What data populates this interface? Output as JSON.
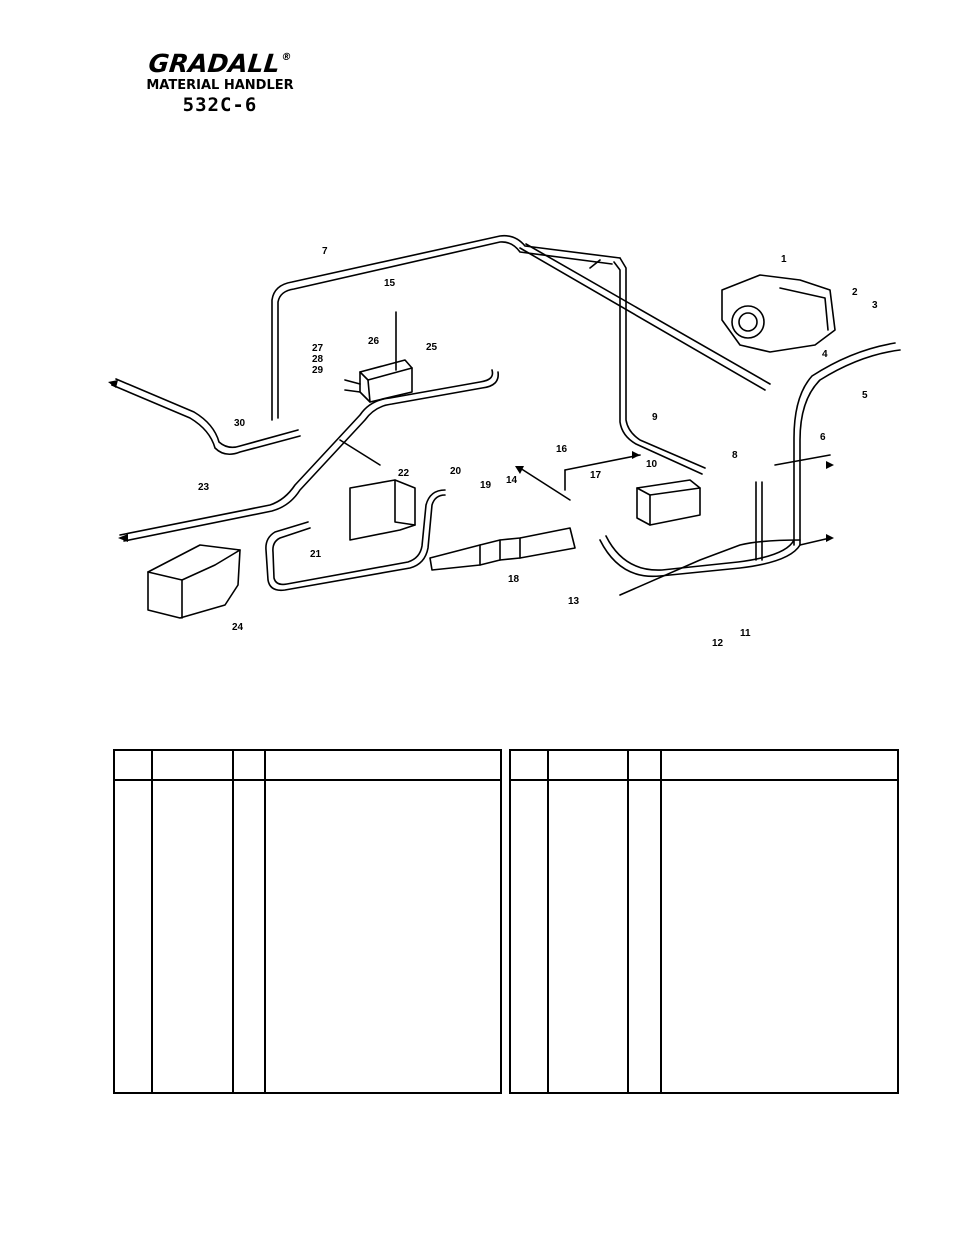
{
  "header": {
    "brand": "GRADALL",
    "registered": "®",
    "subtitle": "MATERIAL HANDLER",
    "model": "532C-6"
  },
  "callouts": [
    "1",
    "2",
    "3",
    "4",
    "5",
    "6",
    "7",
    "8",
    "9",
    "10",
    "11",
    "12",
    "13",
    "14",
    "15",
    "16",
    "17",
    "18",
    "19",
    "20",
    "21",
    "22",
    "23",
    "24",
    "25",
    "26",
    "27",
    "28",
    "29",
    "30"
  ],
  "parts_table": {
    "columns": [
      "",
      "",
      "",
      ""
    ],
    "rows": []
  }
}
